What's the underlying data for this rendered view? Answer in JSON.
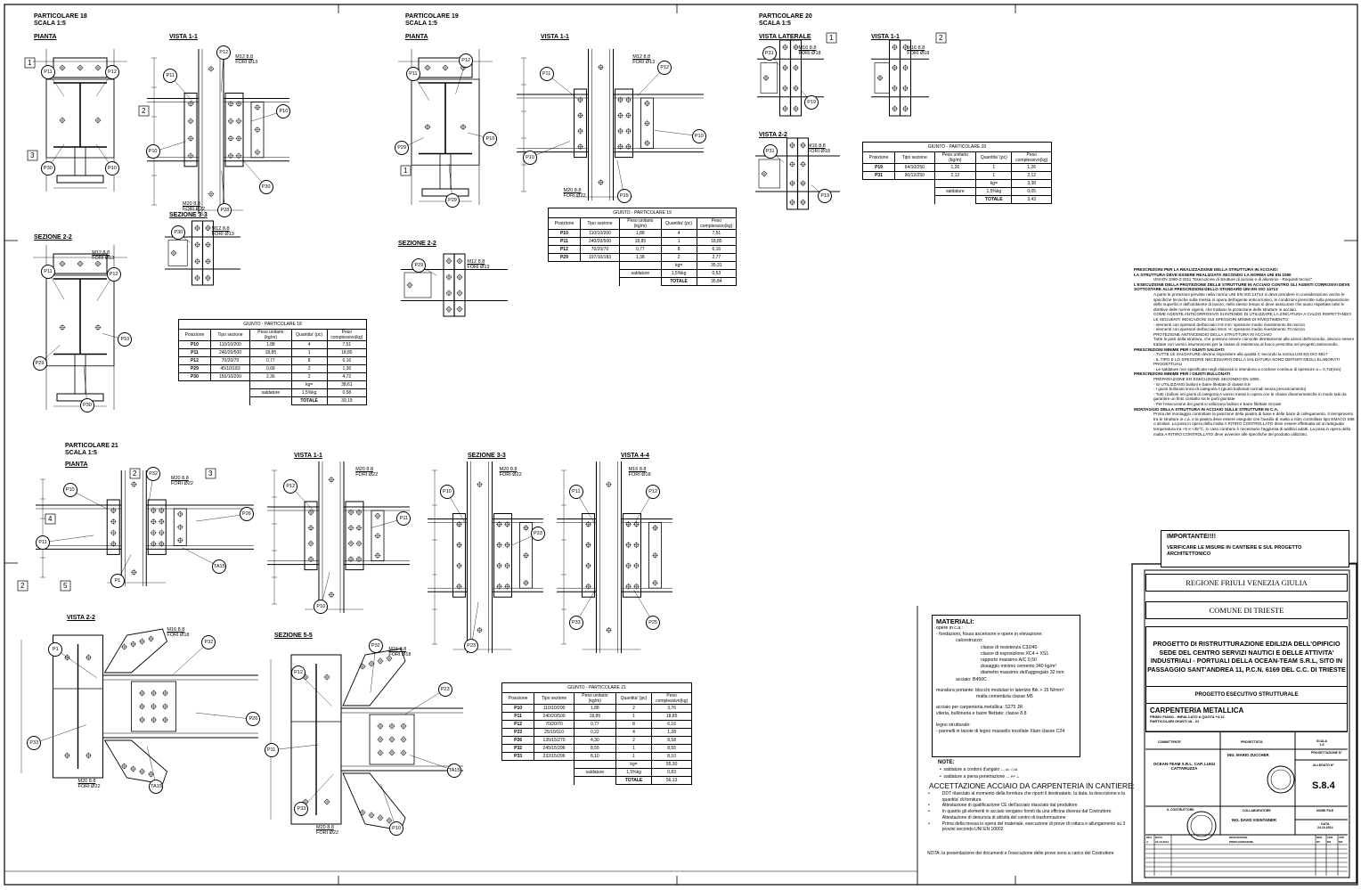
{
  "details": [
    {
      "title": "PARTICOLARE 18",
      "scale": "SCALA 1:5",
      "views": [
        {
          "label": "PIANTA",
          "callouts": [
            "P11",
            "P12",
            "P10",
            "P30"
          ]
        },
        {
          "label": "VISTA 1-1",
          "callouts": [
            "P11",
            "P12",
            "P10",
            "P30",
            "P28",
            "P10"
          ],
          "bolts": "M12 8.8|FORI Ø13",
          "bolts2": "M20 8.8|FORI Ø22"
        },
        {
          "label": "SEZIONE 3-3",
          "callouts": [
            "P30"
          ],
          "bolts": "M12 8.8|FORI Ø13"
        },
        {
          "label": "SEZIONE 2-2",
          "callouts": [
            "P11",
            "P12",
            "P10",
            "P30",
            "P29"
          ],
          "bolts": "M12 8.8|FORI Ø13"
        }
      ]
    },
    {
      "title": "PARTICOLARE 19",
      "scale": "SCALA 1:5",
      "views": [
        {
          "label": "PIANTA",
          "callouts": [
            "P11",
            "P12",
            "P10",
            "P29",
            "P29"
          ]
        },
        {
          "label": "VISTA 1-1",
          "callouts": [
            "P11",
            "P12",
            "P10",
            "P29",
            "P10"
          ],
          "bolts": "M12 8.8|FORI Ø13",
          "bolts2": "M20 8.8|FORI Ø22"
        },
        {
          "label": "SEZIONE 2-2",
          "callouts": [
            "P29"
          ],
          "bolts": "M12 8.8|FORI Ø13"
        }
      ]
    },
    {
      "title": "PARTICOLARE 20",
      "scale": "SCALA 1:5",
      "views": [
        {
          "label": "VISTA LATERALE",
          "callouts": [
            "P31",
            "P19"
          ],
          "bolts": "M16 8.8|FORI Ø18"
        },
        {
          "label": "VISTA 1-1",
          "callouts": [],
          "bolts": "M16 8.8|FORI Ø18"
        },
        {
          "label": "VISTA 2-2",
          "callouts": [
            "P31",
            "P19"
          ],
          "bolts": "M16 8.8|FORI Ø18"
        }
      ]
    },
    {
      "title": "PARTICOLARE 21",
      "scale": "SCALA 1:5",
      "views": [
        {
          "label": "PIANTA",
          "callouts": [
            "P10",
            "P32",
            "P26",
            "TA15",
            "P1",
            "P11"
          ],
          "bolts": "M20 8.8|FORI Ø22"
        },
        {
          "label": "VISTA 1-1",
          "callouts": [
            "P12",
            "P11",
            "P10"
          ],
          "bolts": "M20 8.8|FORI Ø22"
        },
        {
          "label": "SEZIONE 3-3",
          "callouts": [
            "P10",
            "P33",
            "P23"
          ],
          "bolts": "M20 8.8|FORI Ø22"
        },
        {
          "label": "VISTA 4-4",
          "callouts": [
            "P11",
            "P12",
            "P25",
            "P33"
          ],
          "bolts": "M16 8.8|FORI Ø18"
        },
        {
          "label": "VISTA 2-2",
          "callouts": [
            "P1",
            "P32",
            "P26",
            "TA15",
            "P33"
          ],
          "bolts": "M16 8.8|FORI Ø18",
          "bolts2": "M20 8.8|FORI Ø22"
        },
        {
          "label": "SEZIONE 5-5",
          "callouts": [
            "P12",
            "P32",
            "P23",
            "TA15",
            "P10",
            "P33",
            "P11"
          ],
          "bolts": "M16 8.8|FORI Ø18",
          "bolts2": "M20 8.8|FORI Ø22"
        }
      ]
    }
  ],
  "section_marks": [
    "1",
    "2",
    "3",
    "1",
    "2",
    "1",
    "2",
    "3",
    "4",
    "5",
    "2"
  ],
  "tables": [
    {
      "title": "GIUNTO - PARTICOLARE 18",
      "rows": [
        [
          "P10",
          "110/10/200",
          "1,88",
          "4",
          "7,51"
        ],
        [
          "P11",
          "240/20/500",
          "18,85",
          "1",
          "18,85"
        ],
        [
          "P12",
          "70/20/70",
          "0,77",
          "8",
          "6,16"
        ],
        [
          "P29",
          "45/10/183",
          "0,68",
          "2",
          "1,36"
        ],
        [
          "P30",
          "150/10/200",
          "2,36",
          "2",
          "4,72"
        ]
      ],
      "kg": "38,61",
      "sald_pct": "1,5%kg",
      "sald": "0,58",
      "total": "39,19"
    },
    {
      "title": "GIUNTO - PARTICOLARE 19",
      "rows": [
        [
          "P10",
          "110/10/200",
          "1,88",
          "4",
          "7,51"
        ],
        [
          "P11",
          "240/20/500",
          "18,85",
          "1",
          "18,85"
        ],
        [
          "P12",
          "70/20/70",
          "0,77",
          "8",
          "6,16"
        ],
        [
          "P29",
          "107/10/183",
          "1,38",
          "2",
          "2,77"
        ]
      ],
      "kg": "35,31",
      "sald_pct": "1,5%kg",
      "sald": "0,53",
      "total": "35,84"
    },
    {
      "title": "GIUNTO - PARTICOLARE 20",
      "rows": [
        [
          "P19",
          "64/10/250",
          "1,26",
          "1",
          "1,26"
        ],
        [
          "P31",
          "90/12/250",
          "2,12",
          "1",
          "2,12"
        ]
      ],
      "kg": "3,38",
      "sald_pct": "1,5%kg",
      "sald": "0,05",
      "total": "3,43"
    },
    {
      "title": "GIUNTO - PARTICOLARE 21",
      "rows": [
        [
          "P10",
          "110/10/200",
          "1,88",
          "2",
          "3,76"
        ],
        [
          "P11",
          "240/20/500",
          "18,85",
          "1",
          "18,85"
        ],
        [
          "P12",
          "70/20/70",
          "0,77",
          "8",
          "6,16"
        ],
        [
          "P23",
          "25/10/110",
          "0,22",
          "4",
          "1,28"
        ],
        [
          "P26",
          "135/15/270",
          "4,30",
          "2",
          "8,58"
        ],
        [
          "P32",
          "245/15/296",
          "8,55",
          "1",
          "8,55"
        ],
        [
          "P33",
          "232/15/296",
          "8,10",
          "1",
          "8,10"
        ]
      ],
      "kg": "55,30",
      "sald_pct": "1,5%kg",
      "sald": "0,83",
      "total": "56,13"
    }
  ],
  "table_headers": [
    "Posizione",
    "Tipo sezione",
    "Peso unitario (kg/m)",
    "Quantita' (pc)",
    "Peso complessivo(kg)"
  ],
  "table_labels": {
    "kg": "kg=",
    "saldature": "saldature",
    "totale": "TOTALE"
  },
  "prescrizioni": [
    {
      "t": "PRESCRIZIONI PER LA REALIZZAZIONE DELLA STRUTTURA IN ACCIAIO:",
      "c": ""
    },
    {
      "t": "LA STRUTTURA DEVE ESSERE REALIZZATA SECONDO LA NORMA UNI EN 1090",
      "c": ""
    },
    {
      "t": "UNI EN 1090-2:2011 \"Esecuzione di strutture di acciaio e di alluminio - Requisiti tecnici\"",
      "c": "in"
    },
    {
      "t": "L'ESECUZIONE DELLA PROTEZIONE DELLE STRUTTURE IN ACCIAIO CONTRO GLI AGENTI CORROSIVI DEVE SOTTOSTARE ALLE PRESCRIZIONI DELLO STANDARD UNI EN ISO 14713",
      "c": ""
    },
    {
      "t": "A parte le protezioni previste nella norma UNI EN ISO 14713 si deve prendere in considerazione anche le specifiche tecniche sulla messa in opera dell'agente anticorrosivo, le condizioni prescritte sulla preparazione delle superfici e dell'ambiente di lavoro, nello stesso tempo si deve assicurare che siano rispettate tutte le direttive delle norme vigenti, che trattano la protezione delle strutture in acciaio.",
      "c": "in"
    },
    {
      "t": "COME AGENTE ANTICORROSIVO SI INTENDE DI UTILIZZARE LA ZINCATURA A CALDO RISPETTANDO LE SEGUENTI INDICAZIONI SUI SPESSORI MINIMI DI RIVESTIMENTO:",
      "c": "in2"
    },
    {
      "t": "- elementi con spessori dell'acciaio t<6 mm: spessore medio rivestimento 55 micron",
      "c": "in"
    },
    {
      "t": "- elementi con spessori dell'acciaio 6mm >t: spessore medio rivestimento 70 micron",
      "c": "in"
    },
    {
      "t": "PROTEZIONE ANTINCENDIO DELLA STRUTTURA IN ACCIAIO",
      "c": "in2"
    },
    {
      "t": "Tutte le parti della struttura, che possono essere coinvolte direttamente alle azioni dell'incendio, devono essere trattate con vernici intumescenti per la classe di resistenza al fuoco prescritta nel progetto antincendio.",
      "c": "in"
    },
    {
      "t": "PRESCRIZIONI MINIME PER I GIUNTI SALDATI",
      "c": ""
    },
    {
      "t": "- TUTTE LE SALDATURE devono rispondere alla qualità C secondo la norma UNI EN ISO 5817",
      "c": "in"
    },
    {
      "t": "- IL TIPO E LO SPESSORE NECESSARIO DELLA SALDATURA SONO DEFINITI NEGLI ELABORATI PROGETTUALI",
      "c": "in"
    },
    {
      "t": "- Le saldature non specificate negli elaborati si intendono a cordone continuo di spessore a = 0,7xt(min)",
      "c": "in"
    },
    {
      "t": "PRESCRIZIONI MINIME PER I GIUNTI BULLONATI",
      "c": ""
    },
    {
      "t": "PREPARAZIONE ED ESECUZIONE SECONDO EN 1090.",
      "c": "in"
    },
    {
      "t": "- SI UTILIZZANO bulloni e barre filettate di classe 8.8",
      "c": "in"
    },
    {
      "t": "- I giunti bullonati sono di categoria A (giunti bullonati normali senza precaricamento)",
      "c": "in"
    },
    {
      "t": "- Tutti i bulloni nei giunti di categoria A vanno messi in opera con le chiave dinamometriche in modo tale da garantire un finto contatto tra le parti giuntate",
      "c": "in"
    },
    {
      "t": "- Per l'esecuzione dei giunti si utilizzano bulloni e barre filettate zincate",
      "c": "in"
    },
    {
      "t": "MONTAGGIO DELLA STRUTTURA IN ACCIAIO SULLE STRUTTURE IN C.A.",
      "c": ""
    },
    {
      "t": "Prima del montaggio controllare la posizione della piastra di base e delle barre di collegamento. Il riempimento tra le strutture in c.a. e la piastra deve essere eseguito con l'ausilio di malta a ritiro controllato tipo EMACO S88 o similari. La posa in opera della malta A RITIRO CONTROLLATO deve essere effettuata ad un'adeguata temperatura tra +5 e +35°C, in caso contrario è necessario l'aggiunta di additivi adatti. La posa in opera della malta A RITIRO CONTROLLATO deve avvenire alle specifiche del prodotto utilizzato.",
      "c": "in"
    }
  ],
  "importante": {
    "title": "IMPORTANTE!!!!",
    "text": "VERIFICARE LE MISURE IN CANTIERE E SUL PROGETTO ARCHITETTONICO"
  },
  "materiali": {
    "title": "MATERIALI:",
    "lines": [
      {
        "t": "opere in c.a.:",
        "i": 0
      },
      {
        "t": "- fondazioni, fossa ascensore e opere in elevazione:",
        "i": 0
      },
      {
        "t": "calcestruzzo:",
        "i": 1
      },
      {
        "t": "classe di resistenza C32/40",
        "i": 2
      },
      {
        "t": "classe di esposizione XC4 + XS1",
        "i": 2
      },
      {
        "t": "rapporto massimo A/C 0,50",
        "i": 2
      },
      {
        "t": "dosaggio minimo cemento 340 kg/m³",
        "i": 2
      },
      {
        "t": "diametro massimo dell'aggregato 32 mm",
        "i": 2
      },
      {
        "t": "acciaio:  B450C",
        "i": 1
      },
      {
        "t": "muratura portante:  blocchi modulari in laterizio fbk > 15 N/mm²",
        "i": 0
      },
      {
        "t": "malta cementizia classe M5",
        "i": 3
      },
      {
        "t": "acciaio per carpenteria metallica:  S275 JR",
        "i": 0
      },
      {
        "t": "viteria, bulloneria e barre filettate:  classe 8.8",
        "i": 0
      },
      {
        "t": "legno strutturale:",
        "i": 0
      },
      {
        "t": "- pannelli in tavole di legno massello incollate Xlam classe C24",
        "i": 0
      }
    ]
  },
  "note": {
    "title": "NOTE:",
    "items": [
      "saldature a cordoni d'angolo",
      "saldature a piena penetrazione"
    ]
  },
  "accettazione": {
    "title": "ACCETTAZIONE ACCIAIO DA CARPENTERIA IN CANTIERE:",
    "items": [
      "DDT rilasciato al momento della fornitura che riporti il destinatario, la data, la descrizione e la quantita' di fornitura",
      "Attestazione di qualificazione CE dell'acciaio rilasciato dal produttore",
      "In quanto gli elementi in acciaio vengano forniti da una officina diversa dal Costruttore, Attestazione di denuncia di attività del centro di trasformazione",
      "Prima della messa in opera del materiale, esecuzione di prove di rottura e allungamento su 3 provini secondo UNI EN 10002"
    ],
    "nota": "NOTA: la presentazione dei documenti e l'esecuzione delle prove sono a carico del Costruttore"
  },
  "title_block": {
    "regione": "REGIONE FRIULI VENEZIA GIULIA",
    "comune": "COMUNE DI TRIESTE",
    "progetto": "PROGETTO DI RISTRUTTURAZIONE EDILIZIA DELL'OPIFICIO SEDE DEL CENTRO SERVIZI NAUTICI E DELLE ATTIVITA' INDUSTRIALI - PORTUALI DELLA OCEAN-TEAM S.R.L, SITO IN PASSAGGIO SANT'ANDREA 11, P.C.N. 6169 DEL C.C. DI TRIESTE",
    "fase": "PROGETTO ESECUTIVO STRUTTURALE",
    "tavola": "CARPENTERIA METALLICA",
    "sub1": "PRIMO PIANO - IMPALCATO A QUOTA +4.12",
    "sub2": "PARTICOLARI GIUNTI 18 - 21",
    "committente_label": "COMMITTENTE",
    "progettista_label": "PROGETTISTA",
    "scala_label": "SCALA",
    "scala": "1:5",
    "committente": "OCEAN-TEAM S.R.L. CAP. LUIGI CATTARUZZA",
    "progettista": "ING. MARIO ZUCCHER",
    "progettazione_label": "PROGETTAZIONE N°",
    "allegato_label": "ALLEGATO N°",
    "allegato": "S.8.4",
    "costruttore_label": "IL COSTRUTTORE",
    "collaboratore_label": "COLLABORATORE",
    "collaboratore": "ING. DAVID VISINTAINER",
    "file_label": "NOME FILE",
    "data_label": "DATA",
    "data": "24.10.2014",
    "rev_headers": [
      "REV.",
      "DATA",
      "DESCRIZIONE",
      "RED.",
      "VER.",
      "APP."
    ],
    "rev0": [
      "A",
      "24.10.2014",
      "PRIMA EMISSIONE",
      "DV",
      "MZ",
      "MZ"
    ]
  }
}
